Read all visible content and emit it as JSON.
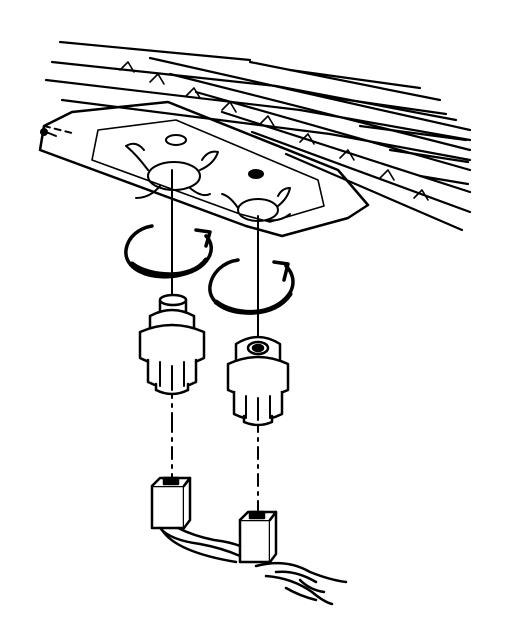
{
  "illustration": {
    "ink_color": "#000000",
    "background_color": "#ffffff",
    "parts": [
      {
        "name": "mounting-plate",
        "icon": "ribbed-plate-icon"
      },
      {
        "name": "rotation-arrow-left",
        "icon": "clockwise-arrow-icon"
      },
      {
        "name": "rotation-arrow-right",
        "icon": "clockwise-arrow-icon"
      },
      {
        "name": "connector-left",
        "icon": "connector-plug-icon"
      },
      {
        "name": "connector-right",
        "icon": "connector-plug-icon"
      },
      {
        "name": "wire-harness",
        "icon": "wire-bundle-icon"
      }
    ]
  }
}
